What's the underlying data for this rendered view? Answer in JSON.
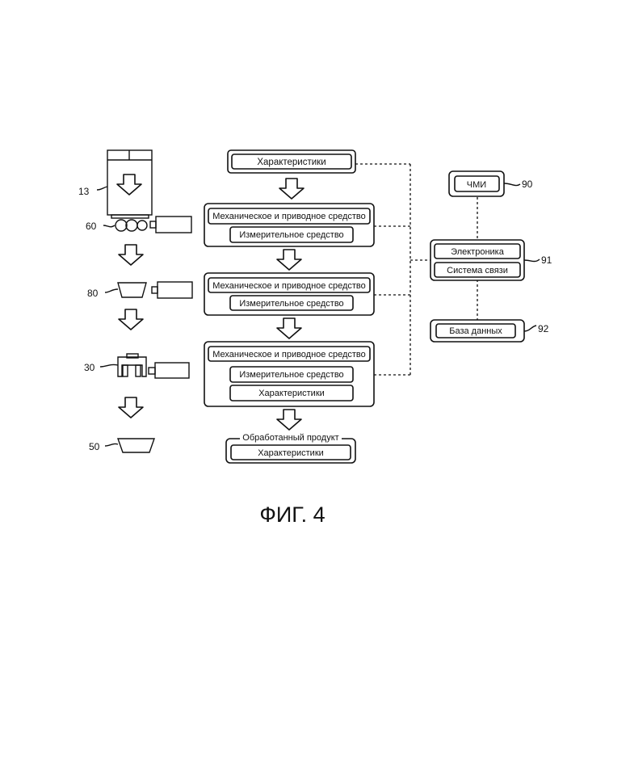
{
  "diagram": {
    "flow": {
      "top_box": "Характеристики",
      "stage1": {
        "mech": "Механическое и приводное средство",
        "meas": "Измерительное средство"
      },
      "stage2": {
        "mech": "Механическое и приводное средство",
        "meas": "Измерительное средство"
      },
      "stage3": {
        "mech": "Механическое и приводное средство",
        "meas": "Измерительное средство",
        "char": "Характеристики"
      },
      "product": {
        "title": "Обработанный продукт",
        "char": "Характеристики"
      }
    },
    "right": {
      "hmi": "ЧМИ",
      "electronics": "Электроника",
      "comm": "Система связи",
      "db": "База данных"
    },
    "refs": {
      "r13": "13",
      "r60": "60",
      "r80": "80",
      "r30": "30",
      "r50": "50",
      "r90": "90",
      "r91": "91",
      "r92": "92"
    },
    "caption": "ФИГ. 4"
  }
}
